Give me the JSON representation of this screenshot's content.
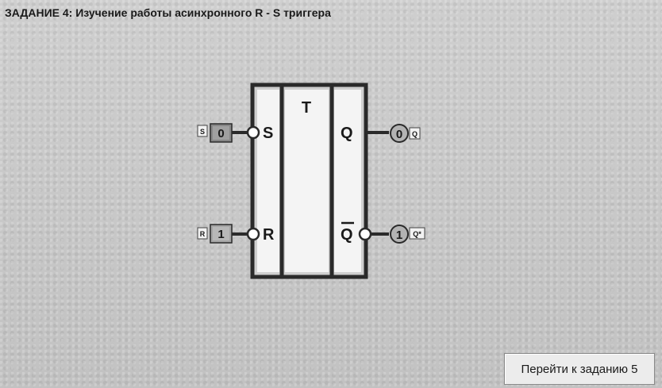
{
  "title": "ЗАДАНИЕ 4: Изучение работы асинхронного R - S триггера",
  "trigger": {
    "block_label": "T",
    "inputs": {
      "s": {
        "pin": "S",
        "tag": "S",
        "value": "0"
      },
      "r": {
        "pin": "R",
        "tag": "R",
        "value": "1"
      }
    },
    "outputs": {
      "q": {
        "pin": "Q",
        "tag": "Q",
        "value": "0"
      },
      "q_inverse": {
        "pin": "Q",
        "tag": "Q*",
        "value": "1"
      }
    }
  },
  "next_button": {
    "label": "Перейти к заданию 5"
  },
  "colors": {
    "input_on": "#a5a5a5",
    "input_off": "#878787",
    "output_fill": "#b3b3b3",
    "border": "#2a2a2a"
  }
}
